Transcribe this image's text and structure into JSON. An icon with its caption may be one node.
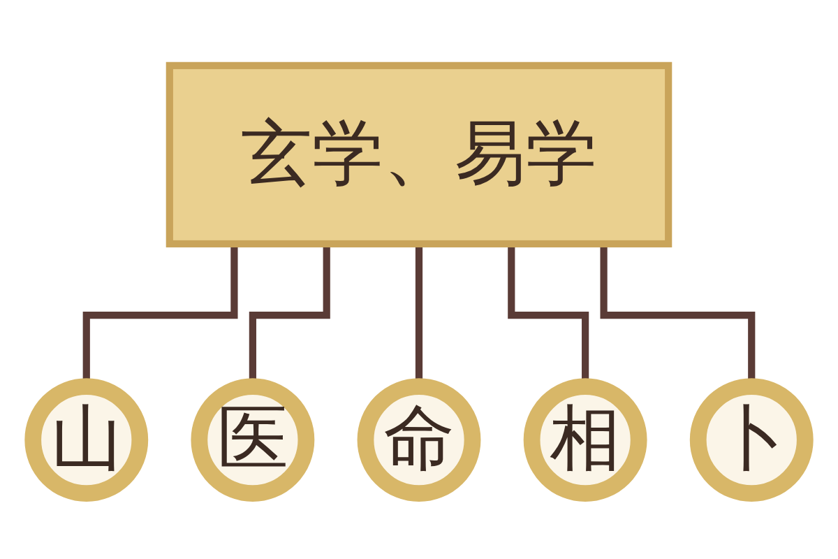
{
  "diagram": {
    "nodes": [
      {
        "text": [
          "玄学、易学"
        ]
      },
      {
        "text": [
          "山"
        ]
      },
      {
        "text": [
          "医"
        ]
      },
      {
        "text": [
          "命"
        ]
      },
      {
        "text": [
          "相"
        ]
      },
      {
        "text": [
          "卜"
        ]
      }
    ],
    "edges": [
      {
        "from": 0,
        "to": 1,
        "arrow": "none"
      },
      {
        "from": 0,
        "to": 2,
        "arrow": "none"
      },
      {
        "from": 0,
        "to": 3,
        "arrow": "none"
      },
      {
        "from": 0,
        "to": 4,
        "arrow": "none"
      },
      {
        "from": 0,
        "to": 5,
        "arrow": "none"
      }
    ]
  }
}
